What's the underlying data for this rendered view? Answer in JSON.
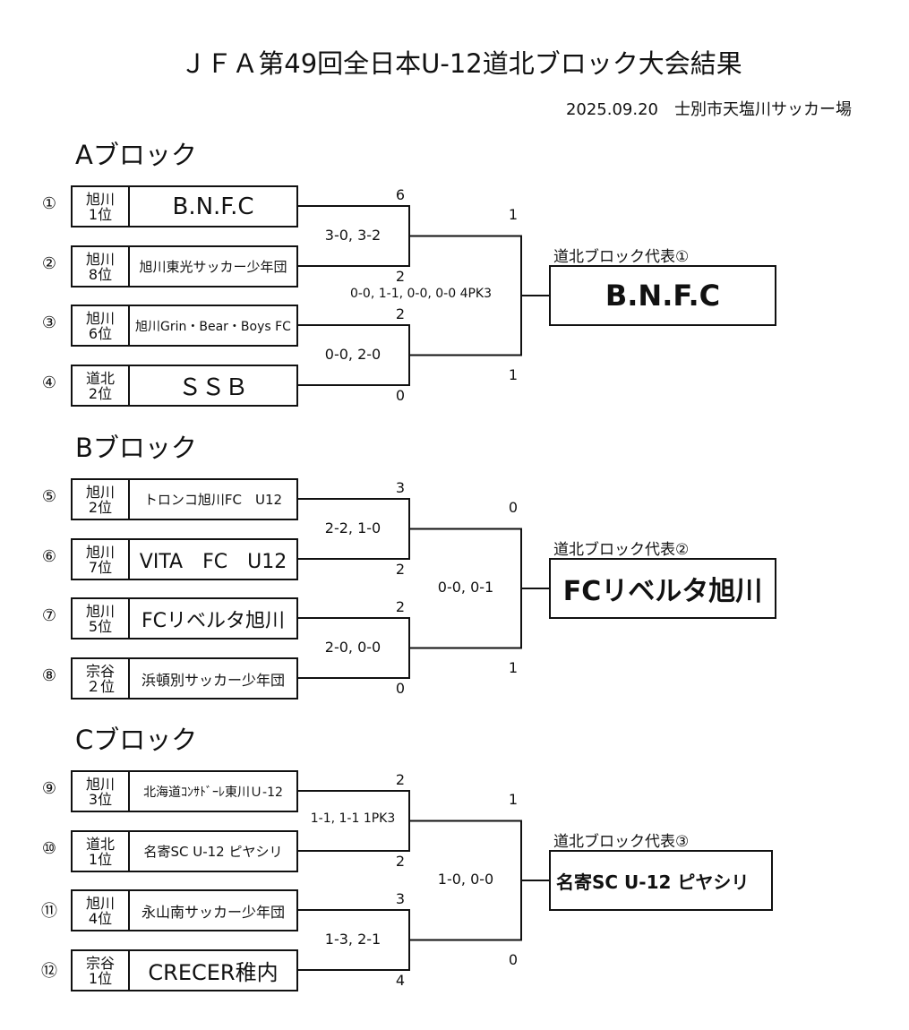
{
  "title": "ＪＦＡ第49回全日本U-12道北ブロック大会結果",
  "date_venue": "2025.09.20　士別市天塩川サッカー場",
  "blocks": [
    {
      "title": "Aブロック",
      "teams": [
        {
          "num": "①",
          "region": "旭川",
          "rank": "1位",
          "name": "B.N.F.C"
        },
        {
          "num": "②",
          "region": "旭川",
          "rank": "8位",
          "name": "旭川東光サッカー少年団"
        },
        {
          "num": "③",
          "region": "旭川",
          "rank": "6位",
          "name": "旭川Grin・Bear・Boys FC"
        },
        {
          "num": "④",
          "region": "道北",
          "rank": "2位",
          "name": "ＳＳＢ"
        }
      ],
      "semi1": {
        "top": "6",
        "bottom": "2",
        "detail": "3-0,  3-2"
      },
      "semi2": {
        "top": "2",
        "bottom": "0",
        "detail": "0-0,  2-0"
      },
      "final": {
        "top": "1",
        "bottom": "1",
        "detail": "0-0,  1-1,  0-0,  0-0   4PK3"
      },
      "rep_label": "道北ブロック代表①",
      "rep_name": "B.N.F.C"
    },
    {
      "title": "Bブロック",
      "teams": [
        {
          "num": "⑤",
          "region": "旭川",
          "rank": "2位",
          "name": "トロンコ旭川FC　U12"
        },
        {
          "num": "⑥",
          "region": "旭川",
          "rank": "7位",
          "name": "VITA　FC　U12"
        },
        {
          "num": "⑦",
          "region": "旭川",
          "rank": "5位",
          "name": "FCリベルタ旭川"
        },
        {
          "num": "⑧",
          "region": "宗谷",
          "rank": "２位",
          "name": "浜頓別サッカー少年団"
        }
      ],
      "semi1": {
        "top": "3",
        "bottom": "2",
        "detail": "2-2,  1-0"
      },
      "semi2": {
        "top": "2",
        "bottom": "0",
        "detail": "2-0,  0-0"
      },
      "final": {
        "top": "0",
        "bottom": "1",
        "detail": "0-0,  0-1"
      },
      "rep_label": "道北ブロック代表②",
      "rep_name": "FCリベルタ旭川"
    },
    {
      "title": "Cブロック",
      "teams": [
        {
          "num": "⑨",
          "region": "旭川",
          "rank": "3位",
          "name": "北海道ｺﾝｻﾄﾞｰﾚ東川Ｕ-12"
        },
        {
          "num": "⑩",
          "region": "道北",
          "rank": "1位",
          "name": "名寄SC U-12 ピヤシリ"
        },
        {
          "num": "⑪",
          "region": "旭川",
          "rank": "4位",
          "name": "永山南サッカー少年団"
        },
        {
          "num": "⑫",
          "region": "宗谷",
          "rank": "1位",
          "name": "CRECER稚内"
        }
      ],
      "semi1": {
        "top": "2",
        "bottom": "2",
        "detail": "1-1,  1-1   1PK3"
      },
      "semi2": {
        "top": "3",
        "bottom": "4",
        "detail": "1-3,  2-1"
      },
      "final": {
        "top": "1",
        "bottom": "0",
        "detail": "1-0,  0-0"
      },
      "rep_label": "道北ブロック代表③",
      "rep_name": "名寄SC U-12 ピヤシリ"
    }
  ]
}
